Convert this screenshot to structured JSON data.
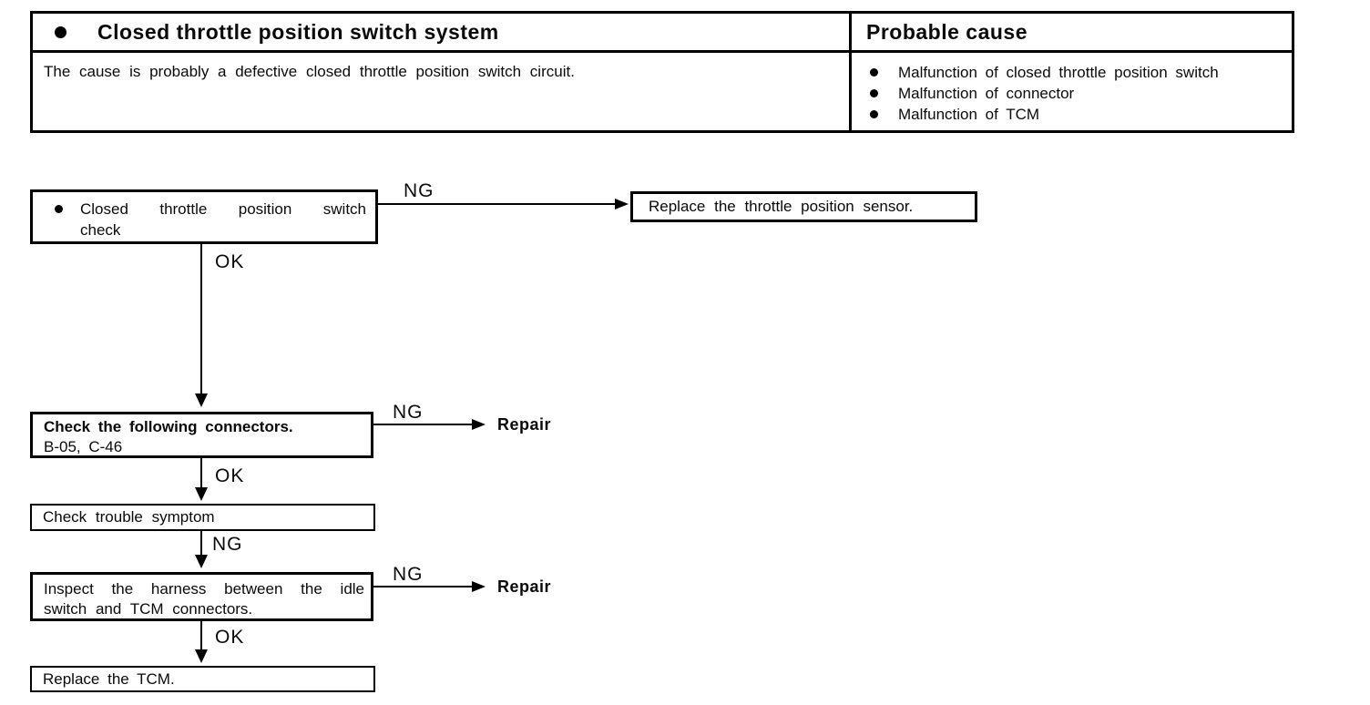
{
  "labels": {
    "ng": "NG",
    "ok": "OK"
  },
  "table": {
    "title": "Closed throttle position switch system",
    "probable_cause_header": "Probable cause",
    "description": "The cause is probably a defective closed throttle position switch circuit.",
    "causes": [
      "Malfunction of closed throttle position switch",
      "Malfunction of connector",
      "Malfunction of TCM"
    ]
  },
  "flow": {
    "step1": {
      "text": "Closed throttle position switch check",
      "ng_result": "Replace the throttle position sensor."
    },
    "step2": {
      "line1": "Check the following connectors.",
      "line2": "B-05, C-46",
      "ng_result": "Repair"
    },
    "step3": {
      "text": "Check trouble symptom"
    },
    "step4": {
      "text": "Inspect the harness between the idle switch and TCM connectors.",
      "ng_result": "Repair"
    },
    "step5": {
      "text": "Replace the TCM."
    }
  }
}
